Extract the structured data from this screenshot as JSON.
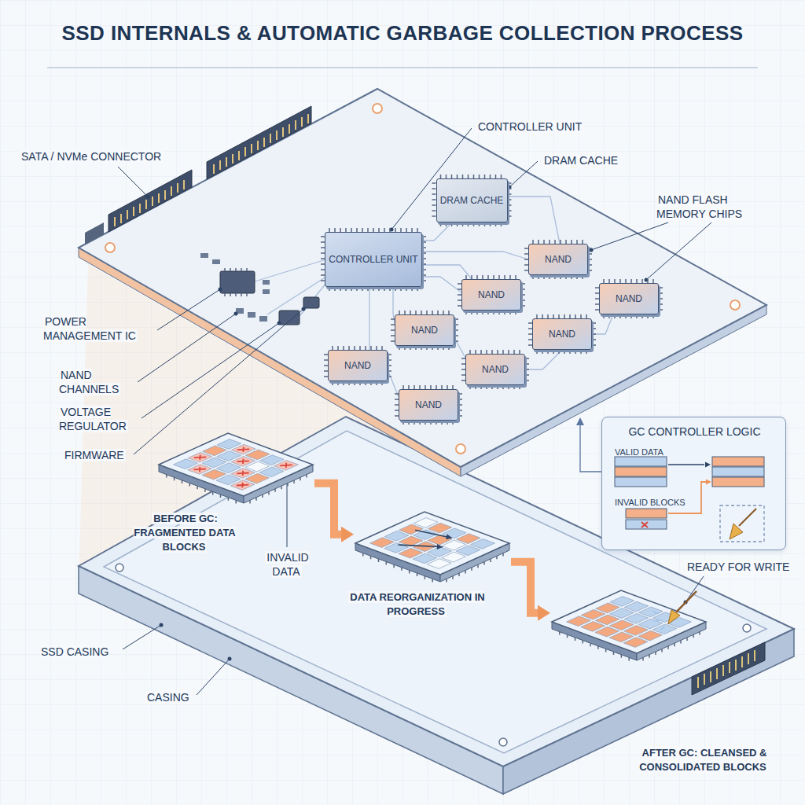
{
  "diagram": {
    "title": "SSD INTERNALS & AUTOMATIC GARBAGE COLLECTION PROCESS",
    "nodes": [
      {
        "text": [
          "CONTROLLER UNIT"
        ]
      },
      {
        "text": [
          "DRAM CACHE"
        ]
      },
      {
        "text": [
          "NAND"
        ]
      },
      {
        "text": [
          "NAND"
        ]
      },
      {
        "text": [
          "NAND"
        ]
      },
      {
        "text": [
          "NAND"
        ]
      },
      {
        "text": [
          "NAND"
        ]
      },
      {
        "text": [
          "NAND"
        ]
      },
      {
        "text": [
          "NAND"
        ]
      },
      {
        "text": [
          "NAND"
        ]
      },
      {
        "text": [
          "GC CONTROLLER LOGIC",
          "VALID DATA",
          "INVALID BLOCKS"
        ]
      },
      {
        "text": [
          "BEFORE GC: FRAGMENTED DATA BLOCKS"
        ]
      },
      {
        "text": [
          "DATA REORGANIZATION IN PROGRESS"
        ]
      },
      {
        "text": [
          "AFTER GC: CLEANSED & CONSOLIDATED BLOCKS"
        ]
      }
    ],
    "edges": [
      {
        "from": 11,
        "to": 12,
        "arrow": "to"
      },
      {
        "from": 12,
        "to": 13,
        "arrow": "to"
      }
    ],
    "labels": [
      "CONTROLLER UNIT",
      "DRAM CACHE",
      "NAND FLASH MEMORY CHIPS",
      "SATA / NVMe CONNECTOR",
      "POWER MANAGEMENT IC",
      "NAND CHANNELS",
      "VOLTAGE REGULATOR",
      "FIRMWARE",
      "INVALID DATA",
      "READY FOR WRITE",
      "SSD CASING",
      "CASING"
    ]
  }
}
